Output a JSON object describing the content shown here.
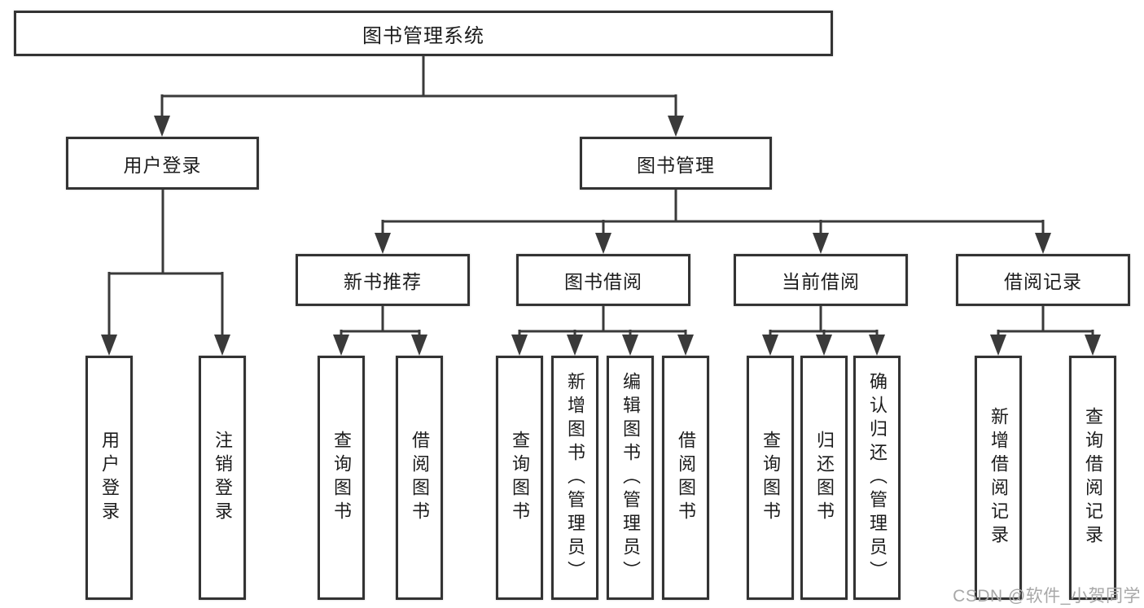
{
  "nodes": {
    "root": "图书管理系统",
    "user_login": "用户登录",
    "book_management": "图书管理",
    "new_book_recommend": "新书推荐",
    "book_borrow": "图书借阅",
    "current_borrow": "当前借阅",
    "borrow_record": "借阅记录"
  },
  "leaves": {
    "user_login": [
      "用户登录",
      "注销登录"
    ],
    "new_book_recommend": [
      "查询图书",
      "借阅图书"
    ],
    "book_borrow": [
      "查询图书",
      "新增图书（管理员）",
      "编辑图书（管理员）",
      "借阅图书"
    ],
    "current_borrow": [
      "查询图书",
      "归还图书",
      "确认归还（管理员）"
    ],
    "borrow_record": [
      "新增借阅记录",
      "查询借阅记录"
    ]
  },
  "watermark": "CSDN @软件_小贺同学",
  "colors": {
    "line": "#3a3a3a",
    "border": "#333333",
    "text": "#1c1c1c",
    "watermark": "#a8a8a8",
    "background": "#ffffff"
  }
}
